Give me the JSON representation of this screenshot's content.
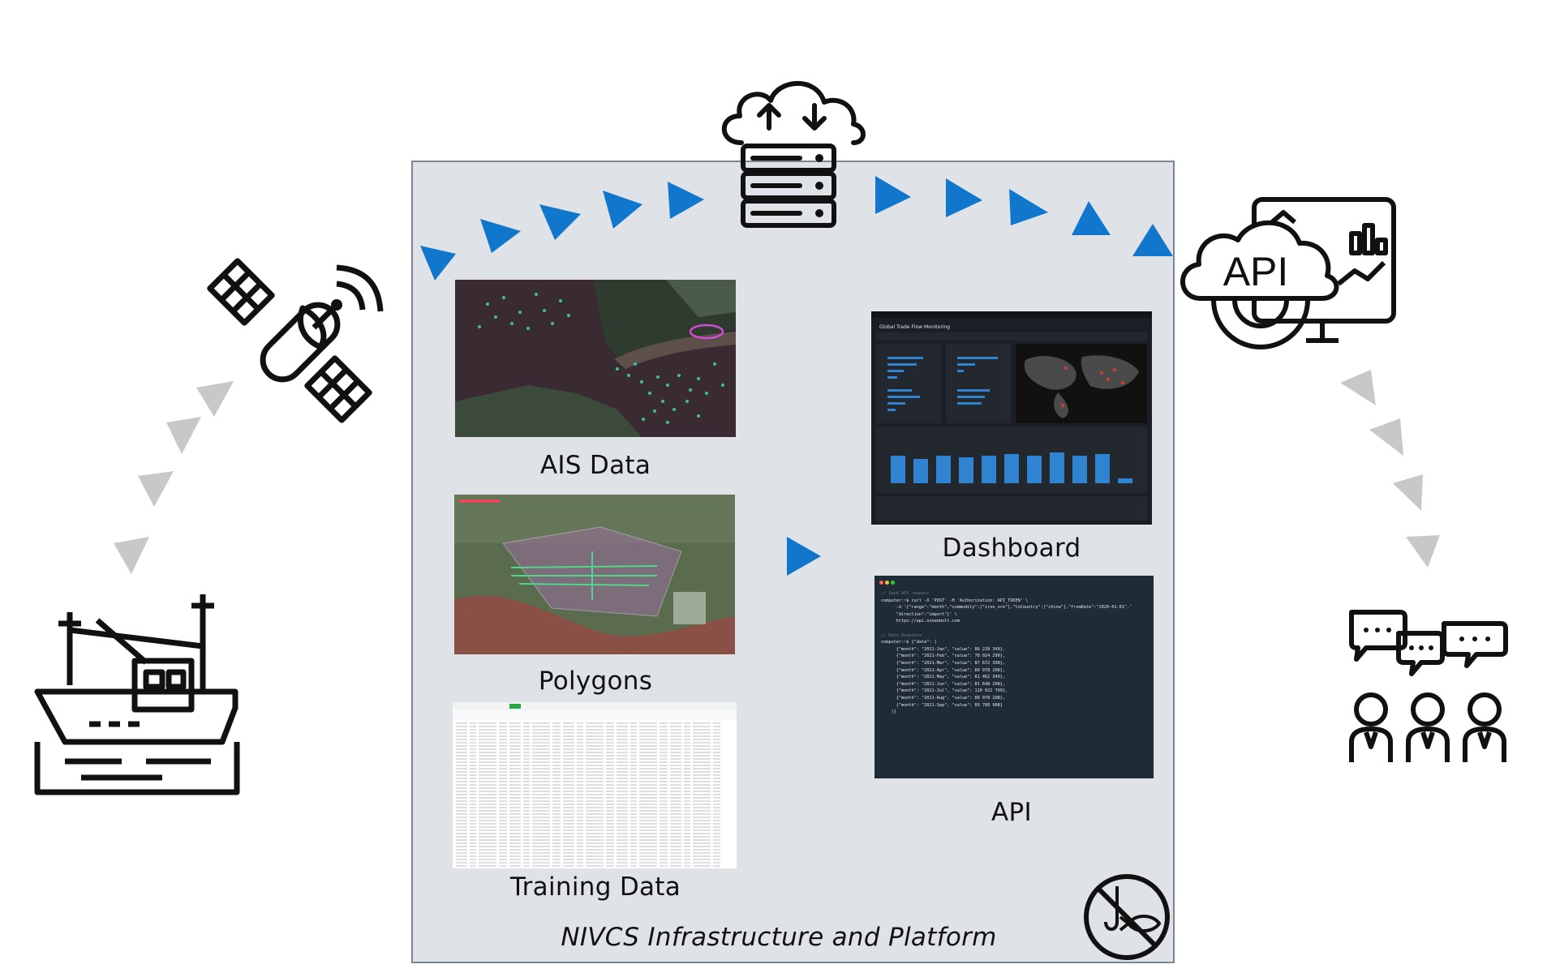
{
  "platform": {
    "label": "NIVCS Infrastructure and Platform"
  },
  "panels": {
    "ais": {
      "caption": "AIS Data"
    },
    "polygons": {
      "caption": "Polygons"
    },
    "training": {
      "caption": "Training Data"
    },
    "dashboard": {
      "caption": "Dashboard",
      "title": "Global Trade Flow Monitoring"
    },
    "api": {
      "caption": "API"
    }
  },
  "api_logo": {
    "text": "API"
  },
  "terminal": {
    "lines": [
      {
        "cls": "c-com",
        "text": "// Send API request"
      },
      {
        "cls": "",
        "text": "computer:~$ curl -X 'POST' -H 'Authorization: API_TOKEN' \\"
      },
      {
        "cls": "",
        "text": "      -d '{\"range\":\"month\",\"commodity\":[\"iron_ore\"],\"toCountry\":[\"china\"],\"fromDate\":\"2020-01-01\",'"
      },
      {
        "cls": "",
        "text": "      \"direction\":\"import\"}' \\"
      },
      {
        "cls": "",
        "text": "      https://api.oceanbolt.com"
      },
      {
        "cls": "",
        "text": ""
      },
      {
        "cls": "c-com",
        "text": "// Data Response"
      },
      {
        "cls": "",
        "text": "computer:~$ {\"data\": ["
      },
      {
        "cls": "",
        "text": "      {\"month\": \"2021-Jan\", \"value\": 86 228 349},"
      },
      {
        "cls": "",
        "text": "      {\"month\": \"2021-Feb\", \"value\": 78 024 290},"
      },
      {
        "cls": "",
        "text": "      {\"month\": \"2021-Mar\", \"value\": 87 672 398},"
      },
      {
        "cls": "",
        "text": "      {\"month\": \"2021-Apr\", \"value\": 89 978 208},"
      },
      {
        "cls": "",
        "text": "      {\"month\": \"2021-May\", \"value\": 81 462 349},"
      },
      {
        "cls": "",
        "text": "      {\"month\": \"2021-Jun\", \"value\": 81 648 298},"
      },
      {
        "cls": "",
        "text": "      {\"month\": \"2021-Jul\", \"value\": 110 022 709},"
      },
      {
        "cls": "",
        "text": "      {\"month\": \"2021-Aug\", \"value\": 89 978 208},"
      },
      {
        "cls": "",
        "text": "      {\"month\": \"2021-Sep\", \"value\": 89 788 908}"
      },
      {
        "cls": "",
        "text": "    ]}"
      }
    ]
  },
  "colors": {
    "flow_arrow": "#1177cc",
    "grey_arrow": "#c8c8c8",
    "platform_bg": "#dfe3e8",
    "icon": "#111111"
  }
}
